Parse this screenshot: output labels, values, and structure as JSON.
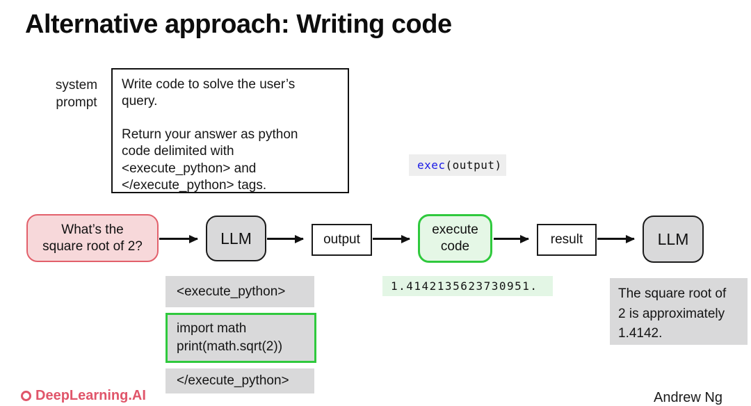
{
  "slide": {
    "title": "Alternative approach: Writing code",
    "footer": {
      "logo_text": "DeepLearning.AI",
      "author": "Andrew Ng"
    }
  },
  "system_prompt": {
    "label": "system\nprompt",
    "paragraph1": "Write code to solve the user’s\nquery.",
    "paragraph2": "Return your answer as python\ncode delimited with\n<execute_python> and\n</execute_python> tags."
  },
  "exec_snippet": {
    "keyword": "exec",
    "rest": "(output)"
  },
  "flow": {
    "query": "What’s the\nsquare root of 2?",
    "llm1": "LLM",
    "output": "output",
    "execute": "execute\ncode",
    "result": "result",
    "llm2": "LLM"
  },
  "llm_code_output": {
    "open_tag": "<execute_python>",
    "code": "import math\nprint(math.sqrt(2))",
    "close_tag": "</execute_python>"
  },
  "execution_result": "1.4142135623730951.",
  "final_answer": "The square root of\n2 is approximately\n1.4142.",
  "colors": {
    "query_border": "#e2606b",
    "query_fill": "#f7d8da",
    "execute_border": "#2fc93d",
    "execute_fill": "#e5f7e6",
    "result_fill": "#e3f6e5",
    "node_gray": "#d9d9da",
    "code_bg": "#eeeeee",
    "keyword_blue": "#1a1ae6",
    "logo_red": "#e0556a"
  }
}
